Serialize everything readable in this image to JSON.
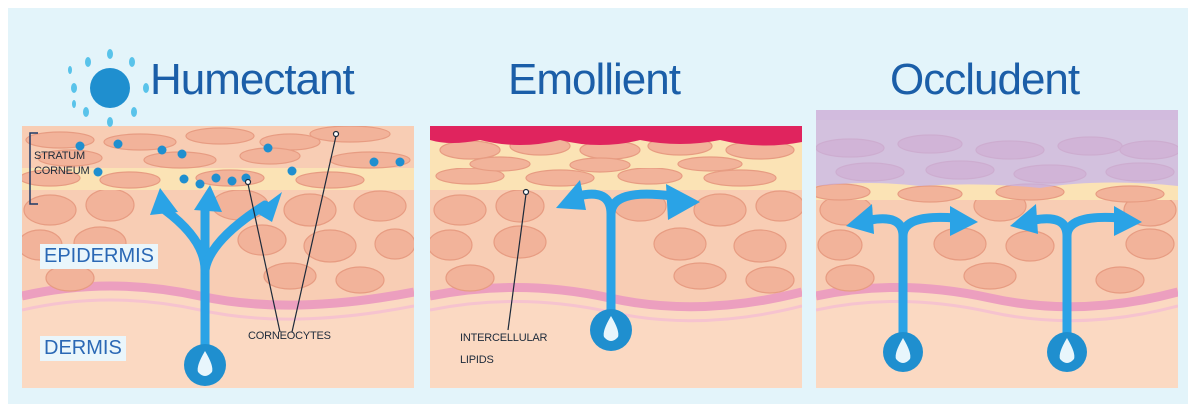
{
  "titles": {
    "humectant": "Humectant",
    "emollient": "Emollient",
    "occludent": "Occludent"
  },
  "labels": {
    "stratum": "STRATUM",
    "corneum": "CORNEUM",
    "epidermis": "EPIDERMIS",
    "dermis": "DERMIS",
    "corneocytes": "CORNEOCYTES",
    "intercellular": "INTERCELLULAR",
    "lipids": "LIPIDS"
  },
  "colors": {
    "background": "#e3f4fa",
    "skin": "#f8cdb4",
    "cell": "#f2b39a",
    "cell_outline": "#e79c82",
    "dermis": "#fbd9c2",
    "dermis_line": "#ec9fbf",
    "arrow": "#2aa3e6",
    "emollient_layer": "#e0245e",
    "occludent_layer": "#c3b4ef",
    "title": "#1b5ea8"
  }
}
